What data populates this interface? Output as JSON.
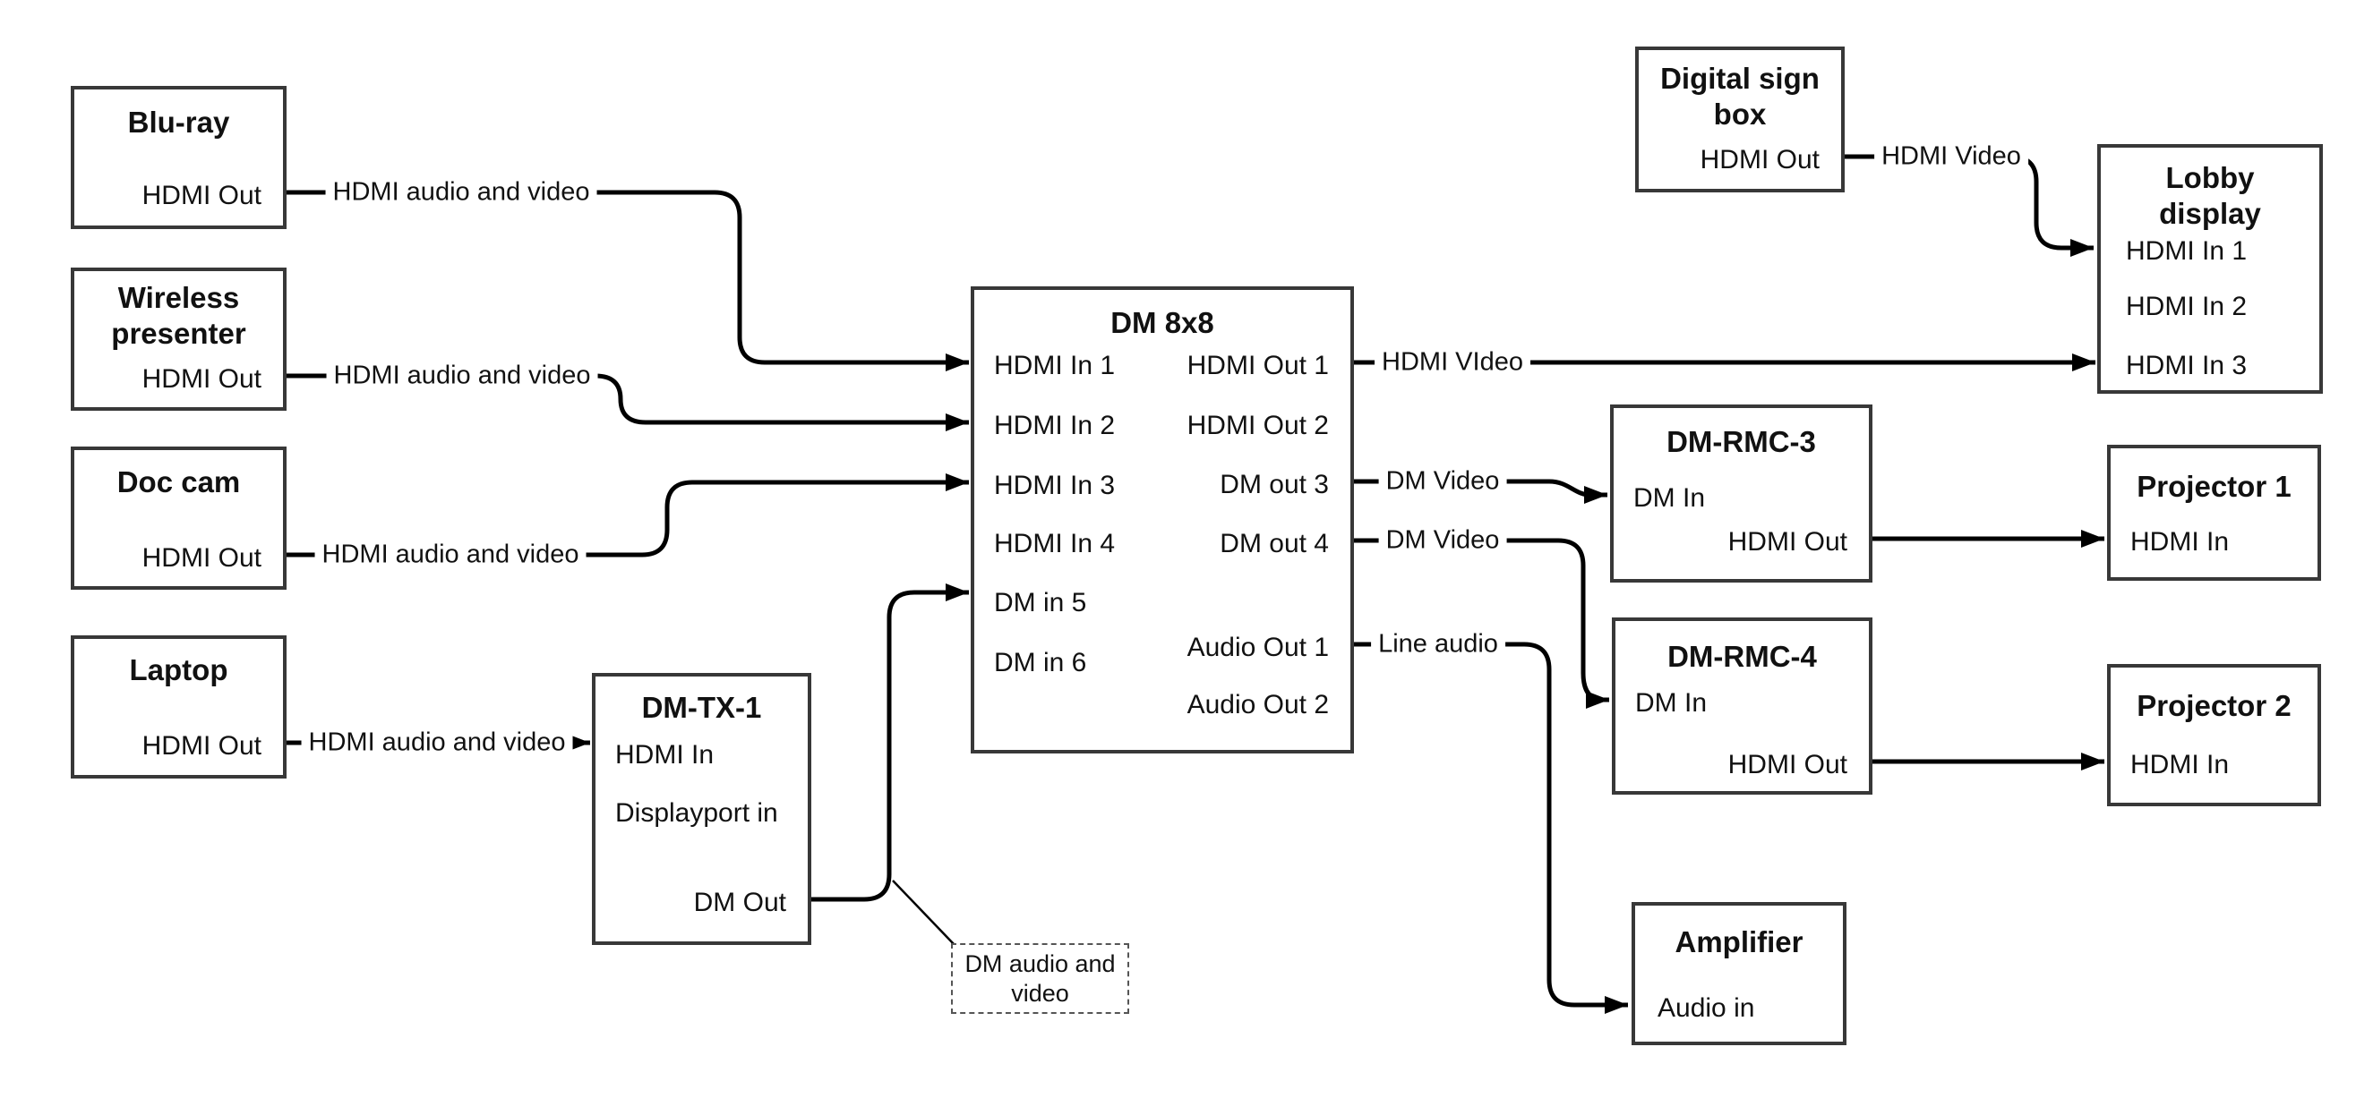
{
  "devices": {
    "bluray": {
      "title": "Blu-ray",
      "port_out": "HDMI Out"
    },
    "wireless_presenter": {
      "title": "Wireless presenter",
      "port_out": "HDMI Out"
    },
    "doc_cam": {
      "title": "Doc cam",
      "port_out": "HDMI Out"
    },
    "laptop": {
      "title": "Laptop",
      "port_out": "HDMI Out"
    },
    "dm_tx_1": {
      "title": "DM-TX-1",
      "port_hdmi_in": "HDMI In",
      "port_displayport_in": "Displayport in",
      "port_dm_out": "DM Out"
    },
    "dm_8x8": {
      "title": "DM 8x8",
      "inputs": [
        "HDMI In 1",
        "HDMI In 2",
        "HDMI In 3",
        "HDMI In 4",
        "DM in 5",
        "DM in 6"
      ],
      "outputs": [
        "HDMI Out 1",
        "HDMI Out 2",
        "DM out 3",
        "DM out 4",
        "Audio Out 1",
        "Audio Out 2"
      ]
    },
    "digital_sign_box": {
      "title": "Digital sign box",
      "port_out": "HDMI Out"
    },
    "lobby_display": {
      "title": "Lobby display",
      "inputs": [
        "HDMI In 1",
        "HDMI In 2",
        "HDMI In 3"
      ]
    },
    "dm_rmc_3": {
      "title": "DM-RMC-3",
      "port_dm_in": "DM In",
      "port_hdmi_out": "HDMI Out"
    },
    "projector_1": {
      "title": "Projector 1",
      "port_in": "HDMI In"
    },
    "dm_rmc_4": {
      "title": "DM-RMC-4",
      "port_dm_in": "DM In",
      "port_hdmi_out": "HDMI Out"
    },
    "projector_2": {
      "title": "Projector 2",
      "port_in": "HDMI In"
    },
    "amplifier": {
      "title": "Amplifier",
      "port_in": "Audio in"
    }
  },
  "connection_labels": {
    "bluray_to_dm": "HDMI audio and video",
    "wireless_to_dm": "HDMI audio and video",
    "doccam_to_dm": "HDMI audio and video",
    "laptop_to_tx": "HDMI audio and video",
    "sign_to_lobby": "HDMI Video",
    "hdmi_out1_to_lobby": "HDMI VIdeo",
    "dm_out3_to_rmc3": "DM Video",
    "dm_out4_to_rmc4": "DM Video",
    "audio_out1_to_amp": "Line audio"
  },
  "annotations": {
    "dm_callout": "DM audio and video"
  },
  "colors": {
    "wire": "#000000",
    "box_border": "#383838",
    "background": "#ffffff",
    "text": "#111111"
  }
}
